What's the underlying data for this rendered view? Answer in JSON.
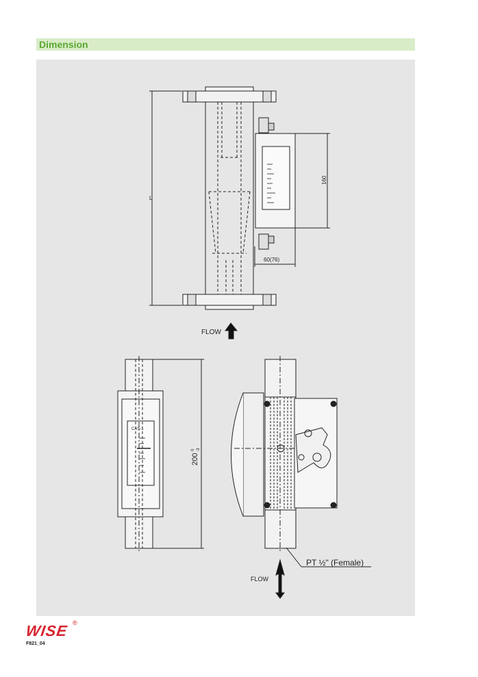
{
  "section": {
    "title": "Dimension"
  },
  "drawing": {
    "dim_height": "160",
    "dim_width": "60(76)",
    "dim_length": "L",
    "flow_top": "FLOW",
    "dim_200": "200",
    "dim_200_tol_upper": "0",
    "dim_200_tol_lower": "-3",
    "scale_label": "CAS-1",
    "thread_callout": "PT ½\" (Female)",
    "flow_bottom": "FLOW"
  },
  "footer": {
    "logo": "WISE",
    "registered": "®",
    "doc_code": "F821_04"
  },
  "colors": {
    "section_bg": "#d9ecc8",
    "section_text": "#5aa832",
    "panel_bg": "#e6e6e6",
    "logo": "#d7232f"
  }
}
